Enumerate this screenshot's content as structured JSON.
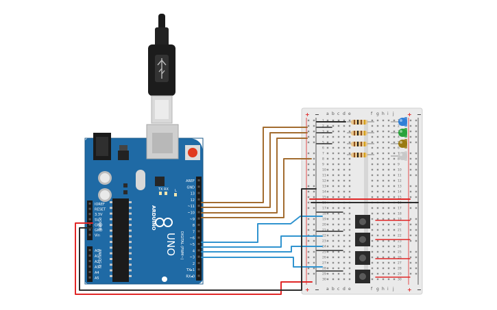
{
  "board": {
    "brand": "ARDUINO",
    "model": "UNO",
    "power_header_label": "POWER",
    "analog_header_label": "ANALOG IN",
    "digital_header_label": "DIGITAL (PWM~)",
    "reset_label": "RESET",
    "led_labels": [
      "TX",
      "RX",
      "L"
    ],
    "power_pins": [
      "IOREF",
      "RESET",
      "3.3V",
      "5V",
      "GND",
      "GND",
      "Vin"
    ],
    "analog_pins": [
      "A0",
      "A1",
      "A2",
      "A3",
      "A4",
      "A5"
    ],
    "digital_pins": [
      "AREF",
      "GND",
      "13",
      "12",
      "~11",
      "~10",
      "~9",
      "8",
      "7",
      "~6",
      "~5",
      "4",
      "~3",
      "2",
      "TX▸1",
      "RX◂0"
    ]
  },
  "breadboard": {
    "columns_left": [
      "a",
      "b",
      "c",
      "d",
      "e"
    ],
    "columns_right": [
      "f",
      "g",
      "h",
      "i",
      "j"
    ],
    "rail_plus": "+",
    "rail_minus": "−",
    "row_numbers": [
      "1",
      "2",
      "3",
      "4",
      "5",
      "6",
      "7",
      "8",
      "9",
      "10",
      "11",
      "12",
      "13",
      "14",
      "15",
      "16",
      "17",
      "18",
      "19",
      "20",
      "21",
      "22",
      "23",
      "24",
      "25",
      "26",
      "27",
      "28",
      "29",
      "30"
    ]
  },
  "components": {
    "leds": [
      {
        "name": "blue-led",
        "color": "#2f7fd6"
      },
      {
        "name": "green-led",
        "color": "#2aa33b"
      },
      {
        "name": "yellow-led",
        "color": "#9a7a12"
      },
      {
        "name": "white-led",
        "color": "#c8c8c8"
      }
    ],
    "resistor_count": 4,
    "pushbutton_count": 4
  },
  "colors": {
    "board": "#1f6aa5",
    "board_dark": "#175585",
    "wire_brown": "#a26b2e",
    "wire_blue": "#2f93cf",
    "wire_red": "#e02525",
    "wire_black": "#2b2b2b",
    "breadboard": "#eaeaea"
  }
}
